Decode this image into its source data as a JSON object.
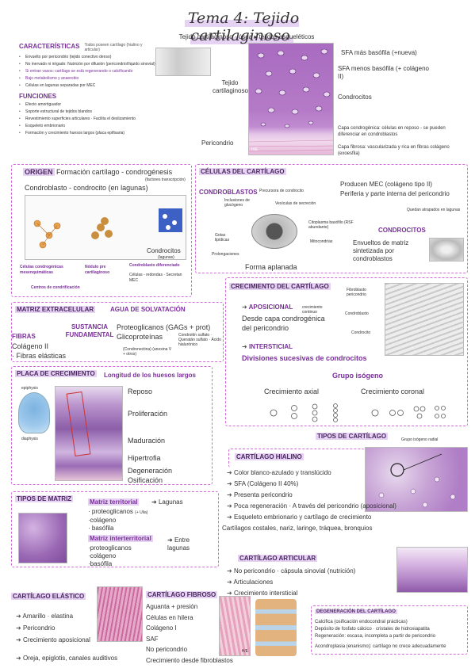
{
  "title": "Tema 4: Tejido cartilaginoso",
  "subtitle": "Tejido cartilaginoso · ósea ▸ tejidos esqueléticos",
  "caracteristicas": {
    "heading": "CARACTERÍSTICAS",
    "side_note": "Todos poseen cartílago (hialino y articular)",
    "items": [
      "Envuelto por pericondrio (tejido conectivo denso)",
      "No inervado ni irrigado: Nutrición por difusión (pericondrio/líquido sinovial)",
      "Si entran vasos: cartílago se está regenerando o calcificando",
      "Bajo metabolismo y anaerobio",
      "Células en lagunas separadas por MEC"
    ]
  },
  "funciones": {
    "heading": "FUNCIONES",
    "items": [
      "Efecto amortiguador",
      "Soporte estructural de tejidos blandos",
      "Revestimiento superficies articulares · Facilita el deslizamiento",
      "Esqueleto embrionario",
      "Formación y crecimiento huesos largos (placa epifisaria)"
    ]
  },
  "histology_top": {
    "label_tejido": "Tejido cartilaginoso",
    "label_pericondrio": "Pericondrio",
    "sfa_nueva": "SFA más basófila (+nueva)",
    "sfa_menos": "SFA menos basófila (+ colágeno II)",
    "condrocitos": "Condrocitos",
    "capa_condrogenica": "Capa condrogénica: células en reposo - se pueden diferenciar en condroblastos",
    "capa_fibrosa": "Capa fibrosa: vascularizada y rica en fibras colágeno (exoesfila)",
    "stain": "H/E"
  },
  "origen": {
    "heading": "ORIGEN",
    "text1": "Formación cartílago - condrogénesis",
    "note1": "(factores transcripción)",
    "text2": "Condroblasto - condrocito (en lagunas)",
    "stage1": "Células condrogénicas mesenquimáticas",
    "stage2": "Nódulo pre cartilaginoso",
    "stage3": "Condroblasto diferenciado",
    "stage4": "Condrocitos",
    "stage4_note": "(lagunas)",
    "stage3_detail": "Células - redondas · Secretan MEC",
    "centros": "Centros de condrificación"
  },
  "celulas": {
    "heading": "CÉLULAS DEL CARTÍLAGO",
    "condroblastos": "CONDROBLASTOS",
    "precursora": "Precursora de condrocito",
    "produce1": "Producen MEC (colágeno tipo II)",
    "produce2": "Periferia y parte interna del pericondrio",
    "incl": "Inclusiones de glucógeno",
    "vesic": "Vesículas de secreción",
    "cito": "Citoplasma basófilo (RSF abundante)",
    "gotas": "Gotas lipídicas",
    "mito": "Mitocondrias",
    "prolong": "Prolongaciones",
    "forma": "Forma aplanada",
    "quedan": "Quedan atrapados en lagunas",
    "condrocitos": "CONDROCITOS",
    "envueltos": "Envueltos de matriz sintetizada por condroblastos"
  },
  "matriz": {
    "heading": "MATRIZ EXTRACELULAR",
    "agua": "AGUA DE SOLVATACIÓN",
    "fibras": "FIBRAS",
    "colageno": "Colágeno II",
    "elasticas": "· Fibras elásticas",
    "sustancia": "SUSTANCIA FUNDAMENTAL",
    "proteo": "Proteoglicanos (GAGs + prot)",
    "glico": "Glicoproteínas",
    "condronectina": "(Condronectina) (anexina V + otros)",
    "condro_sulf": "Condroitín sulfato · Queratán sulfato · Ácido hialurónico"
  },
  "crecimiento": {
    "heading": "CRECIMIENTO DEL CARTÍLAGO",
    "aposicional": "APOSICIONAL",
    "apos_note": "crecimiento continuo",
    "desde1": "Desde capa condrogénica",
    "desde2": "del pericondrio",
    "intersticial": "INTERSTICIAL",
    "divisiones": "Divisiones sucesivas de condrocitos",
    "grupo": "Grupo isógeno",
    "axial": "Crecimiento axial",
    "coronal": "Crecimiento coronal",
    "fibro_label": "Fibroblasto pericondrio",
    "condroblasto": "Condroblasto",
    "condrocito": "Condrocito"
  },
  "placa": {
    "heading": "PLACA DE CRECIMIENTO",
    "longitud": "Longitud de los huesos largos",
    "epiphysis": "epiphysis",
    "diaphysis": "diaphysis",
    "zones": [
      "Reposo",
      "Proliferación",
      "Maduración",
      "Hipertrofia",
      "Degeneración",
      "Osificación"
    ]
  },
  "tipos_cart": {
    "heading": "TIPOS DE CARTÍLAGO",
    "grupo_label": "Grupo isógeno radial"
  },
  "hialino": {
    "heading": "CARTÍLAGO HIALINO",
    "items": [
      "Color blanco-azulado y translúcido",
      "SFA (Colágeno II 40%)",
      "Presenta pericondrio",
      "Poca regeneración · A través del pericondrio (aposicional)",
      "Esqueleto embrionario y cartílago de crecimiento"
    ],
    "extra": "Cartílagos costales, nariz, laringe, tráquea, bronquios"
  },
  "tipos_matriz": {
    "heading": "TIPOS DE MATRIZ",
    "territorial": "Matriz territorial",
    "lagunas": "Lagunas",
    "t_items": [
      "· proteoglicanos",
      "·colágeno",
      "· basófila"
    ],
    "t_note": "(+ Ulia)",
    "interterritorial": "Matriz interterritorial",
    "entre": "Entre lagunas",
    "i_items": [
      "·proteoglicanos",
      "·colágeno",
      "·basófila"
    ]
  },
  "articular": {
    "heading": "CARTÍLAGO ARTICULAR",
    "items": [
      "No pericondrio · cápsula sinovial (nutrición)",
      "Articulaciones",
      "Crecimiento intersticial"
    ]
  },
  "elastico": {
    "heading": "CARTÍLAGO ELÁSTICO",
    "items": [
      "Amarillo · elastina",
      "Pericondrio",
      "Crecimiento aposicional",
      "Oreja, epiglotis, canales auditivos"
    ]
  },
  "fibroso": {
    "heading": "CARTÍLAGO FIBROSO",
    "items": [
      "Aguanta + presión",
      "Células en hilera",
      "Colágeno I",
      "SAF",
      "No pericondrio",
      "Crecimiento desde fibroblastos"
    ],
    "stain": "H/E"
  },
  "degeneracion": {
    "heading": "DEGENERACIÓN DEL CARTÍLAGO",
    "items": [
      "Calcifica (osificación endocondral prácticas)",
      "Depósito de fosfato cálcico · cristales de hidroxiapatita",
      "Regeneración: escasa, incompleta a partir de pericondrio",
      "Acondroplasia (enanismo): cartílago no crece adecuadamente"
    ]
  },
  "colors": {
    "accent": "#7a2f9b",
    "highlight": "#e6d2f3",
    "dash": "#d06ad8",
    "tissue": "#b57ac7"
  }
}
